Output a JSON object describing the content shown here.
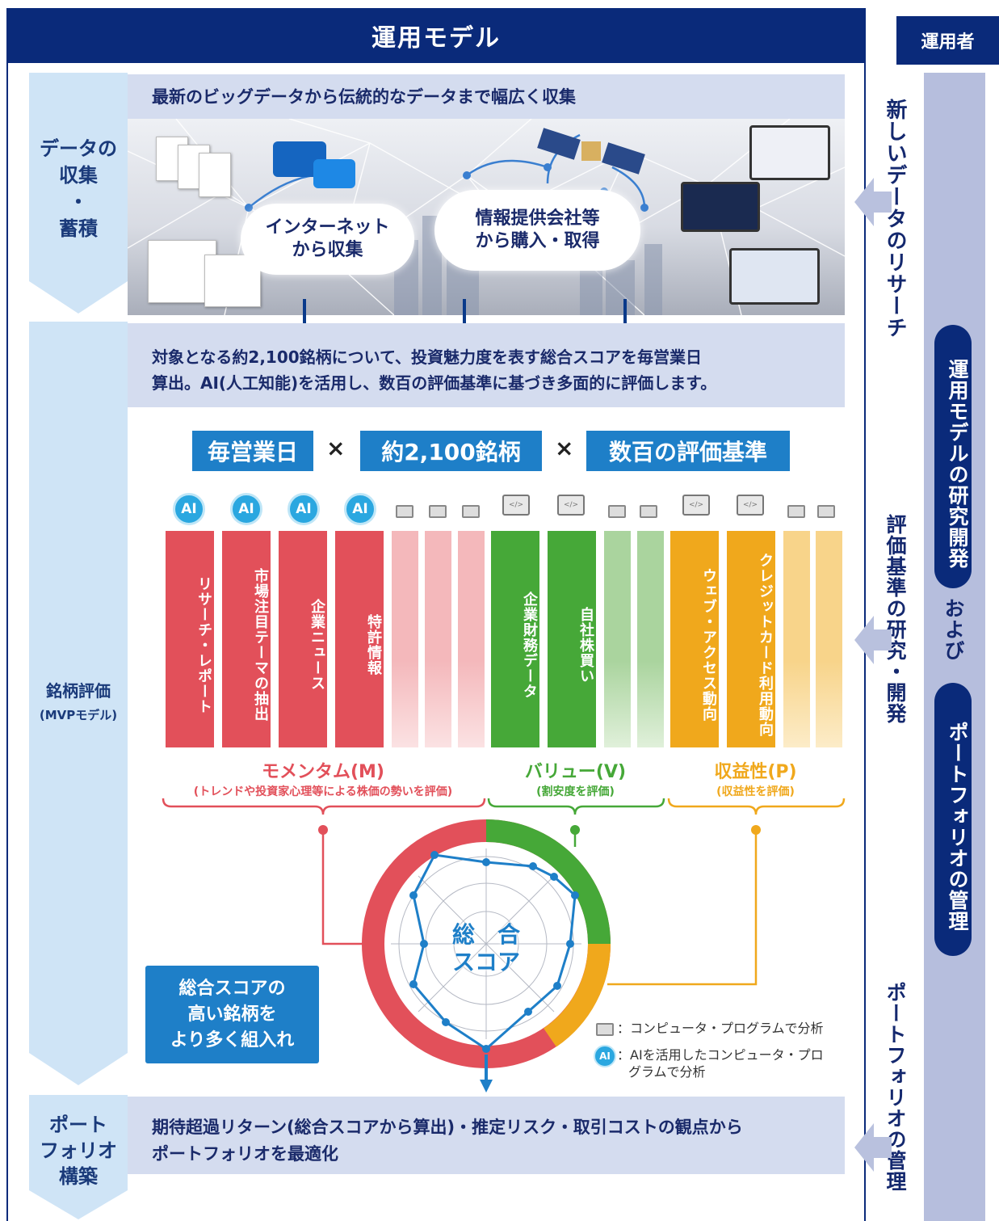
{
  "header": {
    "title": "運用モデル",
    "operator": "運用者"
  },
  "stages": {
    "collect": "データの収集・蓄積",
    "collect_lines": [
      "データの",
      "収集",
      "・",
      "蓄積"
    ],
    "evaluate_lines": [
      "銘柄評価",
      "(MVPモデル)"
    ],
    "portfolio_lines": [
      "ポート",
      "フォリオ",
      "構築"
    ]
  },
  "collect": {
    "caption": "最新のビッグデータから伝統的なデータまで幅広く収集",
    "cloud1_lines": [
      "インターネット",
      "から収集"
    ],
    "cloud2_lines": [
      "情報提供会社等",
      "から購入・取得"
    ]
  },
  "evaluate": {
    "caption_lines": [
      "対象となる約2,100銘柄について、投資魅力度を表す総合スコアを毎営業日",
      "算出。AI(人工知能)を活用し、数百の評価基準に基づき多面的に評価します。"
    ],
    "chips": [
      "毎営業日",
      "約2,100銘柄",
      "数百の評価基準"
    ],
    "times": "×",
    "ai_label": "AI",
    "bars": {
      "red": [
        "リサーチ・レポート",
        "市場注目テーマの抽出",
        "企業ニュース",
        "特許情報"
      ],
      "green": [
        "企業財務データ",
        "自社株買い"
      ],
      "orange": [
        "ウェブ・アクセス動向",
        "クレジットカード利用動向"
      ]
    },
    "categories": [
      {
        "title": "モメンタム(M)",
        "sub": "(トレンドや投資家心理等による株価の勢いを評価)",
        "color": "#e2505a"
      },
      {
        "title": "バリュー(V)",
        "sub": "(割安度を評価)",
        "color": "#46a838"
      },
      {
        "title": "収益性(P)",
        "sub": "(収益性を評価)",
        "color": "#f0a81c"
      }
    ],
    "center_lines": [
      "総　合",
      "スコア"
    ],
    "box_lines": [
      "総合スコアの",
      "高い銘柄を",
      "より多く組入れ"
    ],
    "legend": {
      "pc": "：コンピュータ・プログラムで分析",
      "ai_lines": [
        "：AIを活用したコンピュータ・プロ",
        "グラムで分析"
      ]
    }
  },
  "portfolio": {
    "caption_lines": [
      "期待超過リターン(総合スコアから算出)・推定リスク・取引コストの観点から",
      "ポートフォリオを最適化"
    ]
  },
  "operator_side": {
    "research": "新しいデータのリサーチ",
    "rd": "運用モデルの研究開発",
    "oyobi": "および",
    "pf_mgmt": "ポートフォリオの管理",
    "eval_rd": "評価基準の研究・開発",
    "pf_mgmt2": "ポートフォリオの管理"
  },
  "colors": {
    "navy": "#0a2a7a",
    "red": "#e2505a",
    "green": "#46a838",
    "orange": "#f0a81c",
    "blue": "#1e7fc8"
  }
}
